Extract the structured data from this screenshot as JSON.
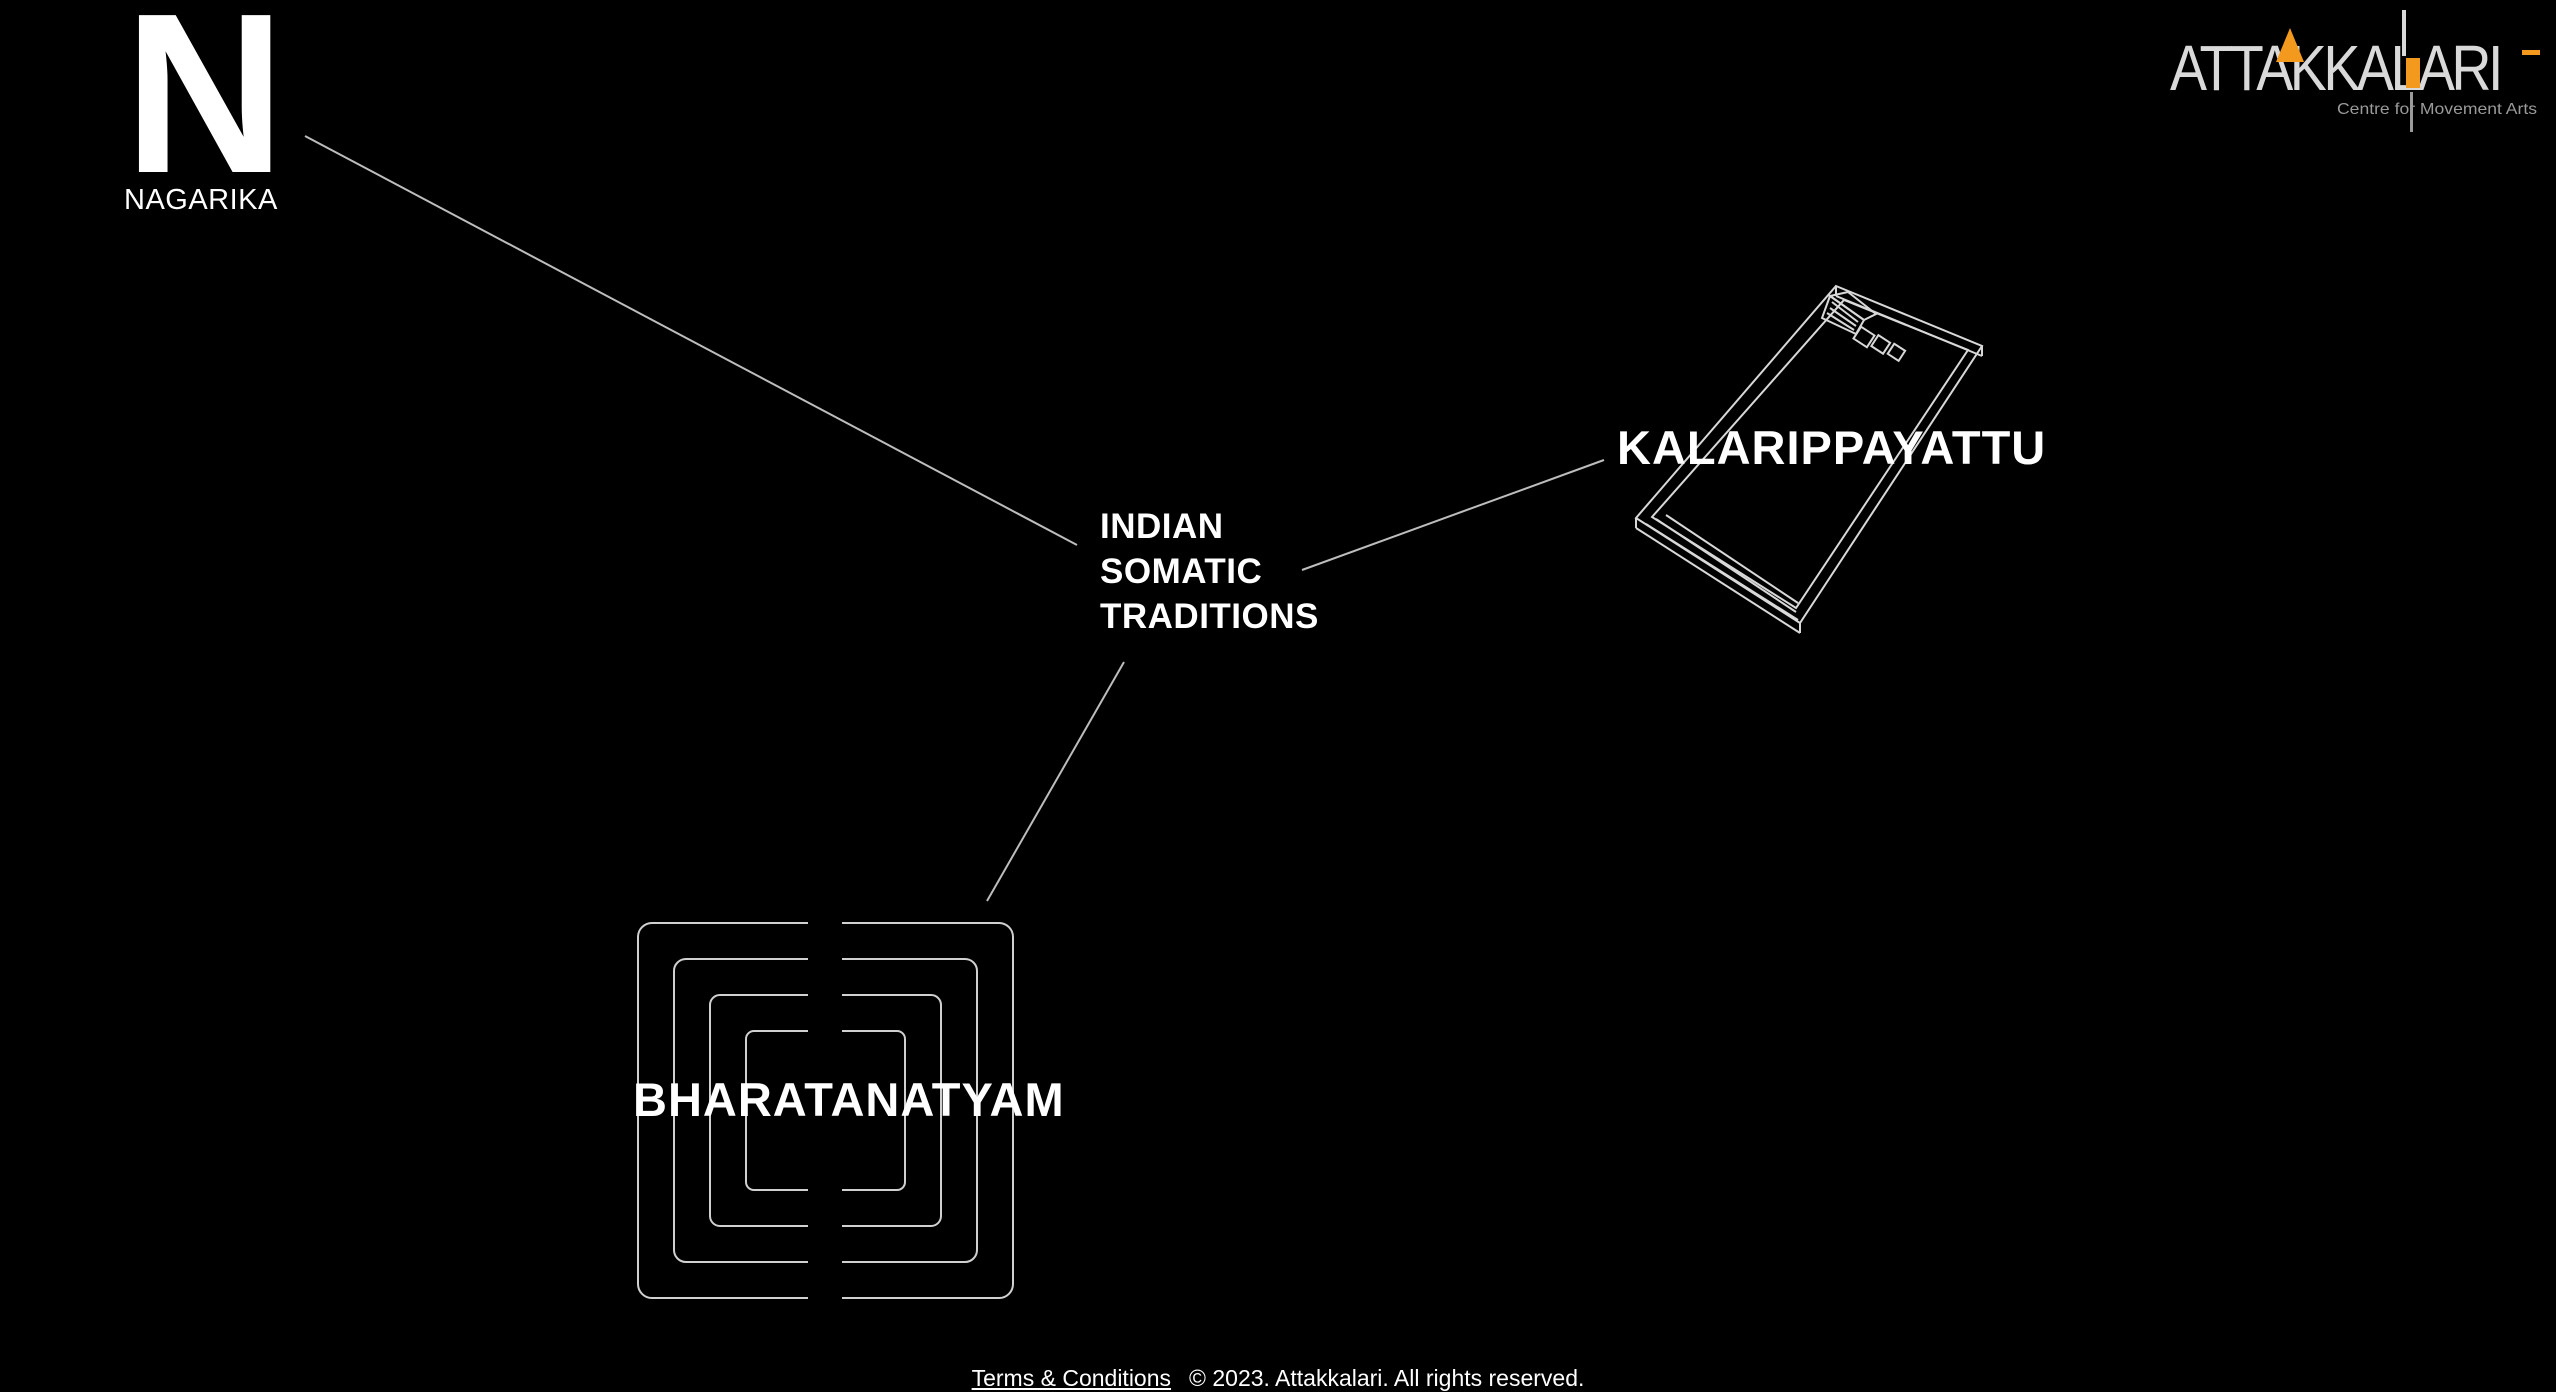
{
  "brand": {
    "nagarika_letter": "N",
    "nagarika_name": "NAGARIKA",
    "attakkalari_name": "ATTAKKALARI",
    "attakkalari_tagline": "Centre for Movement Arts"
  },
  "nodes": {
    "center": {
      "line1": "INDIAN",
      "line2": "SOMATIC",
      "line3": "TRADITIONS"
    },
    "kalarippayattu": "KALARIPPAYATTU",
    "bharatanatyam": "BHARATANATYAM"
  },
  "footer": {
    "terms": "Terms & Conditions",
    "copyright": "© 2023. Attakkalari. All rights reserved."
  },
  "colors": {
    "background": "#000000",
    "text": "#ffffff",
    "connector": "#bdbdbd",
    "accent_orange": "#f39a1e",
    "logo_grey": "#9a9a9a"
  }
}
